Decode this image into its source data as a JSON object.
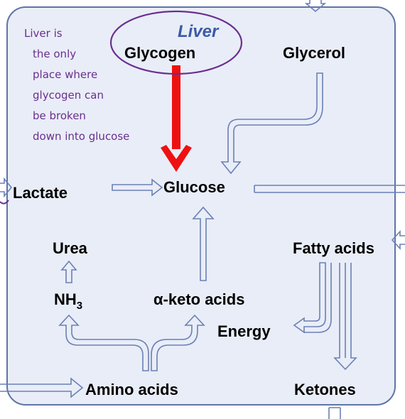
{
  "diagram": {
    "title": "Liver",
    "nodes": {
      "glycogen": "Glycogen",
      "glycerol": "Glycerol",
      "lactate": "Lactate",
      "glucose": "Glucose",
      "urea": "Urea",
      "fatty_acids": "Fatty acids",
      "nh3_base": "NH",
      "nh3_sub": "3",
      "keto_acids": "α-keto acids",
      "energy": "Energy",
      "amino_acids": "Amino acids",
      "ketones": "Ketones"
    },
    "handwritten_note": [
      "Liver is",
      "the only",
      "place where",
      "glycogen can",
      "be broken",
      "down into glucose"
    ]
  },
  "colors": {
    "panel_fill": "#E9EDF7",
    "panel_stroke": "#5E75A6",
    "arrow_stroke": "#6A80B5",
    "highlight_arrow": "#EE1111",
    "title": "#3A5BA8",
    "ink": "#6A2F8F"
  }
}
